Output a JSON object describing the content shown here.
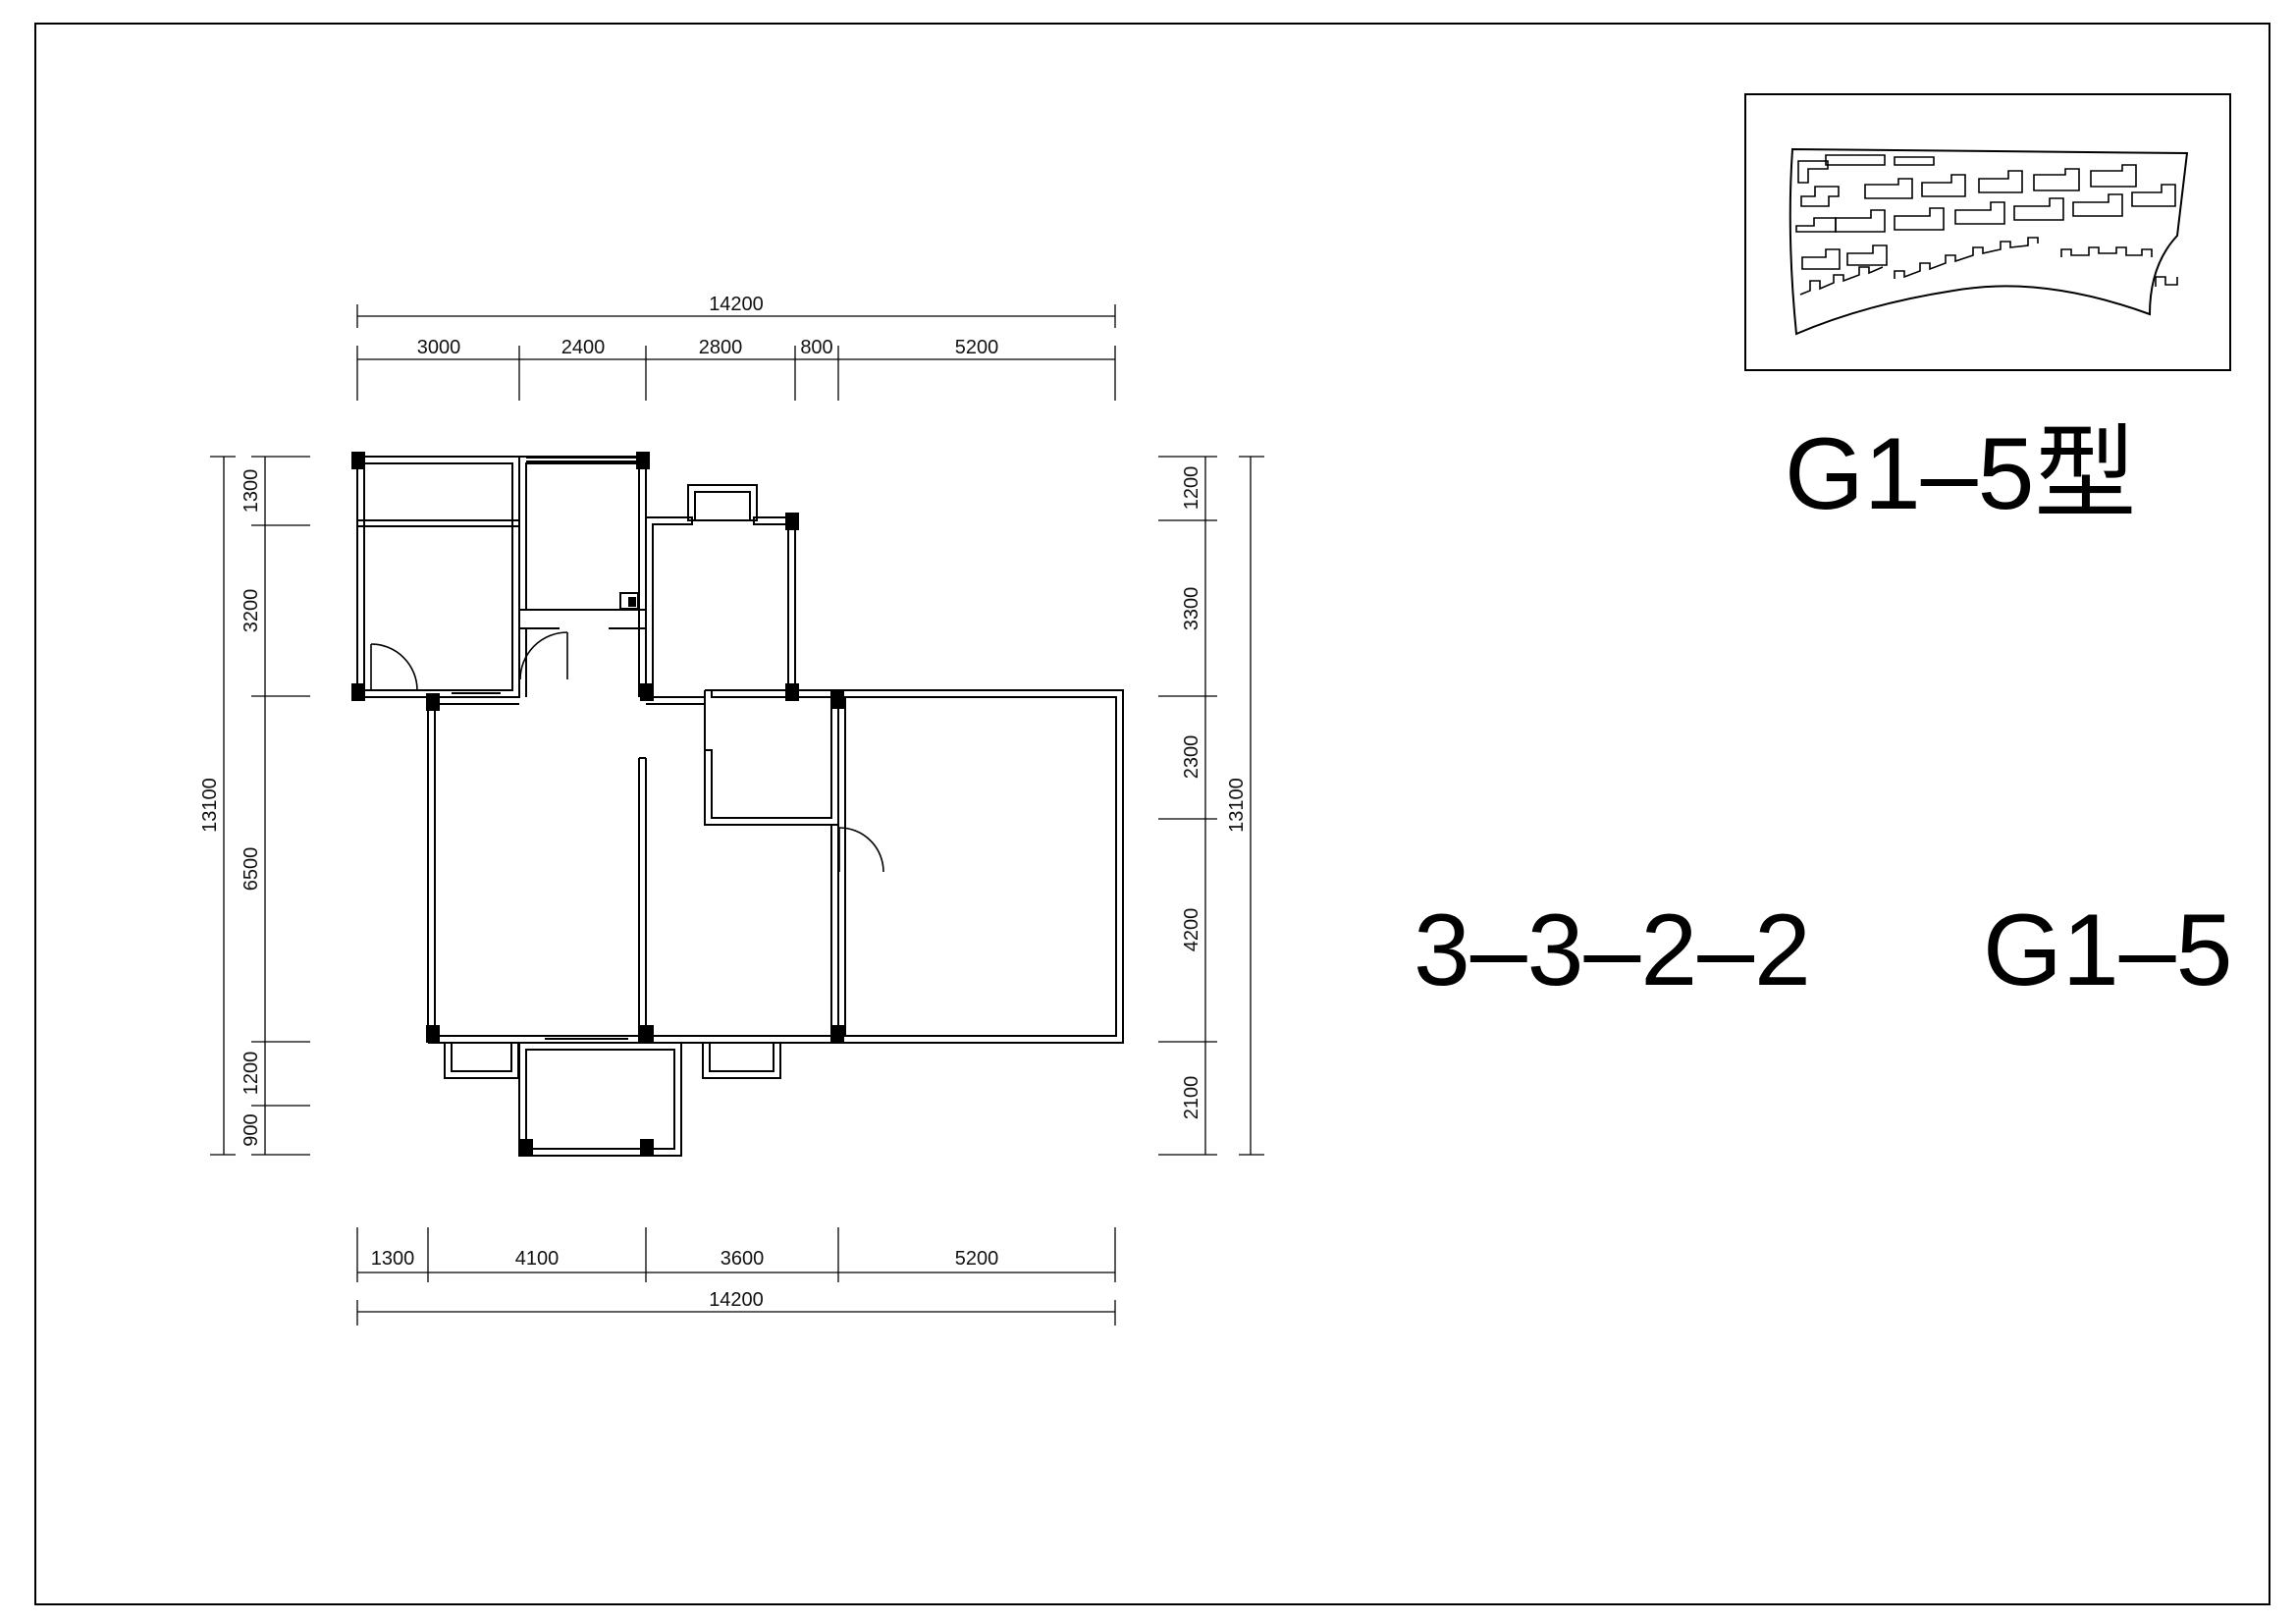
{
  "title": "G1–5型",
  "unit_code": "3–3–2–2",
  "unit_type": "G1–5",
  "dimensions": {
    "top_total": "14200",
    "top": [
      "3000",
      "2400",
      "2800",
      "800",
      "5200"
    ],
    "bottom": [
      "1300",
      "4100",
      "3600",
      "5200"
    ],
    "bottom_total": "14200",
    "left": [
      "1300",
      "3200",
      "6500",
      "1200",
      "900"
    ],
    "left_total": "13100",
    "right": [
      "1200",
      "3300",
      "2300",
      "4200",
      "2100"
    ],
    "right_total": "13100"
  },
  "colors": {
    "line": "#000000",
    "column": "#000000",
    "background": "#ffffff"
  }
}
